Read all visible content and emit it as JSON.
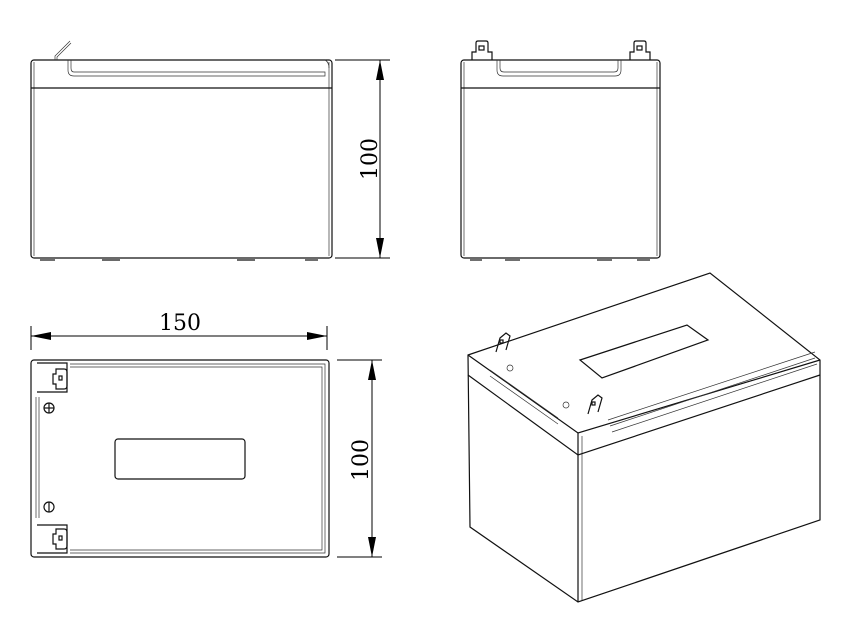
{
  "drawing": {
    "views": [
      "front-view",
      "side-view",
      "top-view",
      "isometric-view"
    ],
    "dimensions": {
      "front_height": "100",
      "top_width": "150",
      "top_depth": "100"
    },
    "line_color": "#111111",
    "background": "#ffffff"
  }
}
